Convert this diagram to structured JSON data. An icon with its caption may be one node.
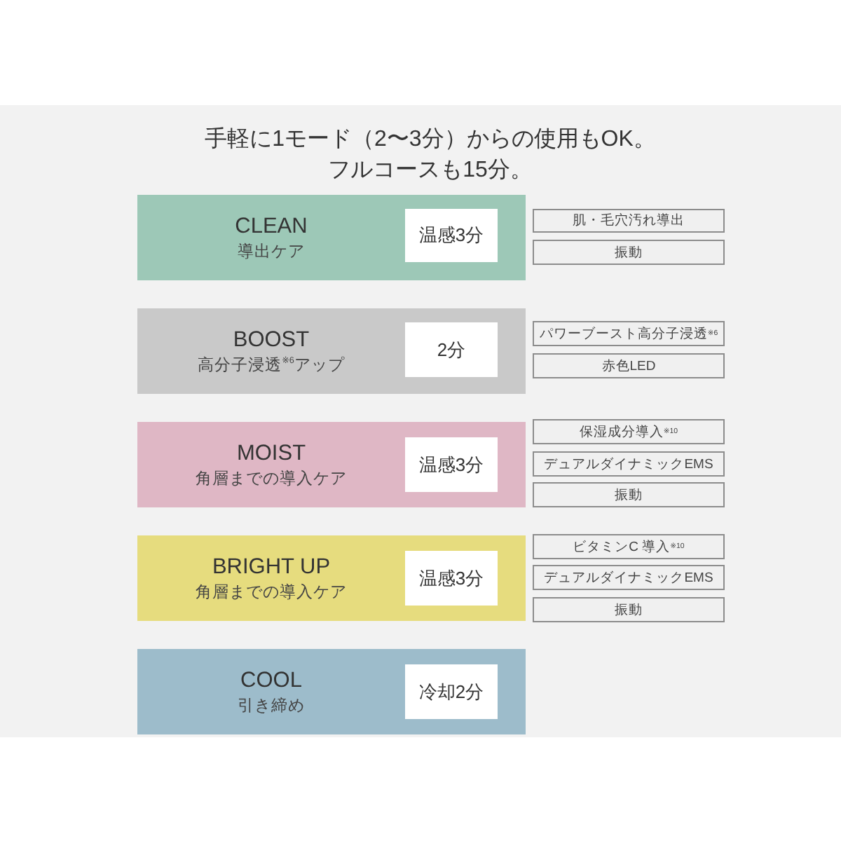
{
  "diagram": {
    "title": "手軽に1モード（2〜3分）からの使用もOK。フルコースも15分。",
    "nodes": [
      {
        "text": [
          "CLEAN",
          "導出ケア"
        ]
      },
      {
        "text": [
          "温感3分"
        ],
        "in": 0
      },
      {
        "text": [
          "肌・毛穴汚れ導出"
        ]
      },
      {
        "text": [
          "振動"
        ]
      },
      {
        "text": [
          "BOOST",
          "高分子浸透$^{※6}$アップ"
        ]
      },
      {
        "text": [
          "2分"
        ],
        "in": 4
      },
      {
        "text": [
          "パワーブースト高分子浸透$^{※6}$"
        ]
      },
      {
        "text": [
          "赤色LED"
        ]
      },
      {
        "text": [
          "MOIST",
          "角層までの導入ケア"
        ]
      },
      {
        "text": [
          "温感3分"
        ],
        "in": 8
      },
      {
        "text": [
          "保湿成分導入$^{※10}$"
        ]
      },
      {
        "text": [
          "デュアルダイナミックEMS"
        ]
      },
      {
        "text": [
          "振動"
        ]
      },
      {
        "text": [
          "BRIGHT UP",
          "角層までの導入ケア"
        ]
      },
      {
        "text": [
          "温感3分"
        ],
        "in": 13
      },
      {
        "text": [
          "ビタミンC 導入$^{※10}$"
        ]
      },
      {
        "text": [
          "デュアルダイナミックEMS"
        ]
      },
      {
        "text": [
          "振動"
        ]
      },
      {
        "text": [
          "COOL",
          "引き締め"
        ]
      },
      {
        "text": [
          "冷却2分"
        ],
        "in": 18
      }
    ]
  }
}
